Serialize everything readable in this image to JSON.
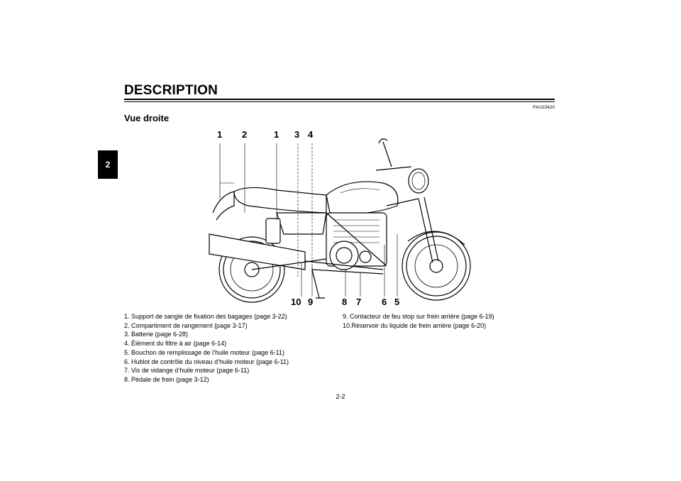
{
  "header": {
    "title": "DESCRIPTION",
    "chapter": "2"
  },
  "code": "FAU10420",
  "subtitle": "Vue droite",
  "callouts": {
    "top": [
      "1",
      "2",
      "1",
      "3",
      "4"
    ],
    "bottom": [
      "10",
      "9",
      "8",
      "7",
      "6",
      "5"
    ]
  },
  "legend": {
    "left": [
      "1. Support de sangle de fixation des bagages (page 3-22)",
      "2. Compartiment de rangement (page 3-17)",
      "3. Batterie (page 6-28)",
      "4. Élément du filtre à air (page 6-14)",
      "5. Bouchon de remplissage de l’huile moteur (page 6-11)",
      "6. Hublot de contrôle du niveau d’huile moteur (page 6-11)",
      "7. Vis de vidange d’huile moteur (page 6-11)",
      "8. Pédale de frein (page 3-12)"
    ],
    "right": [
      "9. Contacteur de feu stop sur frein arrière (page 6-19)",
      "10.Réservoir du liquide de frein arrière (page 6-20)"
    ]
  },
  "page_number": "2-2"
}
